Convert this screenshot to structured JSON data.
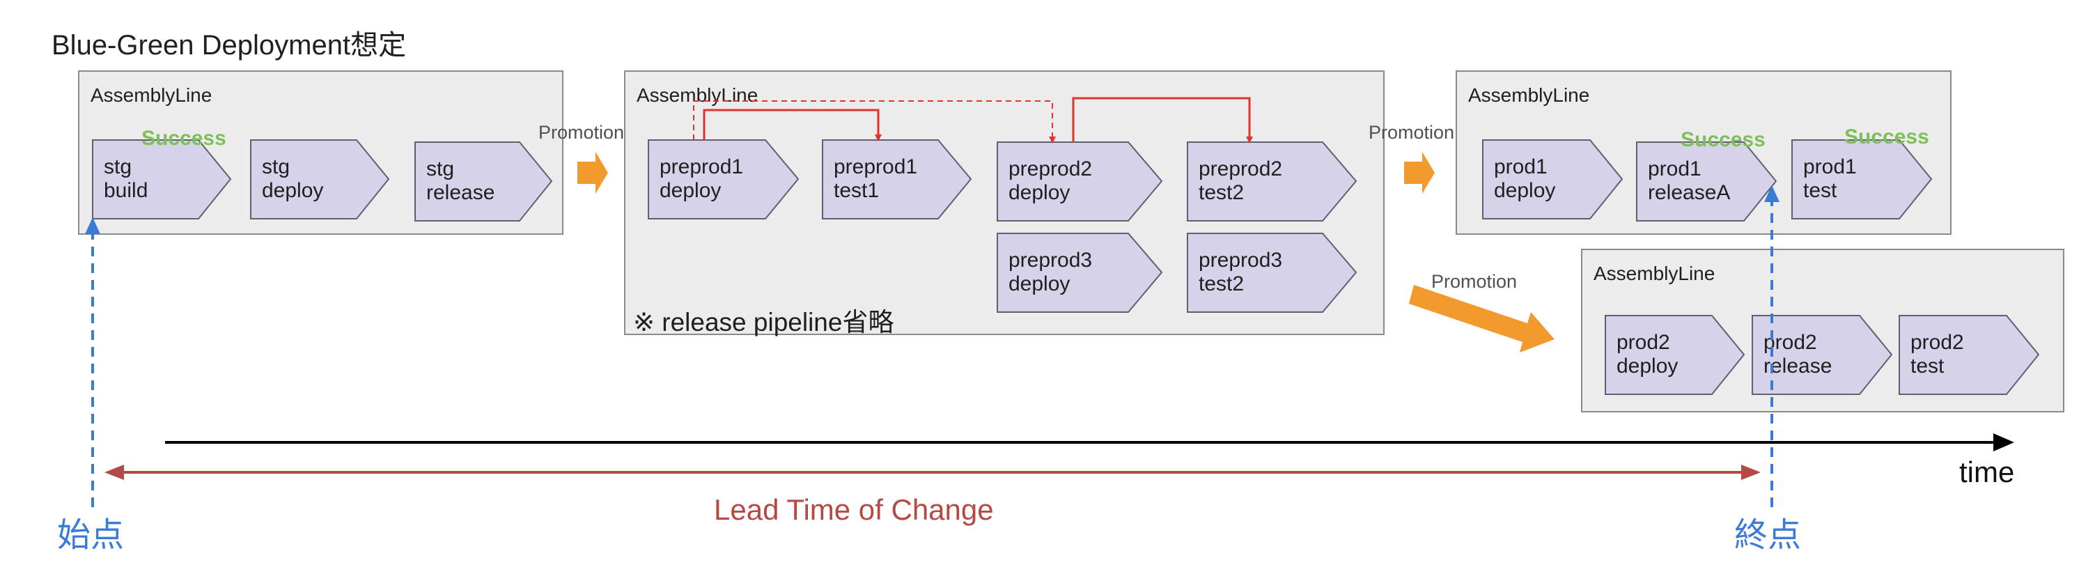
{
  "title": "Blue-Green Deployment想定",
  "panels": [
    {
      "label": "AssemblyLine"
    },
    {
      "label": "AssemblyLine"
    },
    {
      "label": "AssemblyLine"
    },
    {
      "label": "AssemblyLine"
    }
  ],
  "stages": [
    {
      "label": "stg\nbuild"
    },
    {
      "label": "stg\ndeploy"
    },
    {
      "label": "stg\nrelease"
    },
    {
      "label": "preprod1\ndeploy"
    },
    {
      "label": "preprod1\ntest1"
    },
    {
      "label": "preprod2\ndeploy"
    },
    {
      "label": "preprod2\ntest2"
    },
    {
      "label": "preprod3\ndeploy"
    },
    {
      "label": "preprod3\ntest2"
    },
    {
      "label": "prod1\ndeploy"
    },
    {
      "label": "prod1\nreleaseA"
    },
    {
      "label": "prod1\ntest"
    },
    {
      "label": "prod2\ndeploy"
    },
    {
      "label": "prod2\nrelease"
    },
    {
      "label": "prod2\ntest"
    }
  ],
  "success_labels": [
    "Success",
    "Success",
    "Success"
  ],
  "promotion_labels": [
    "Promotion",
    "Promotion",
    "Promotion"
  ],
  "note": "※ release pipeline省略",
  "start_label": "始点",
  "end_label": "終点",
  "lead_time_label": "Lead Time of Change",
  "time_label": "time",
  "colors": {
    "stage_fill": "#d6d2ea",
    "stage_stroke": "#5f5f6f",
    "panel_fill": "#ececec",
    "panel_stroke": "#8a8a8a",
    "promotion_arrow": "#f29a2e",
    "success": "#7fbf5a",
    "trigger_arrow": "#e0342f",
    "marker_blue": "#3b7bd8",
    "lead_time": "#b34a45",
    "time_axis": "#000000"
  }
}
